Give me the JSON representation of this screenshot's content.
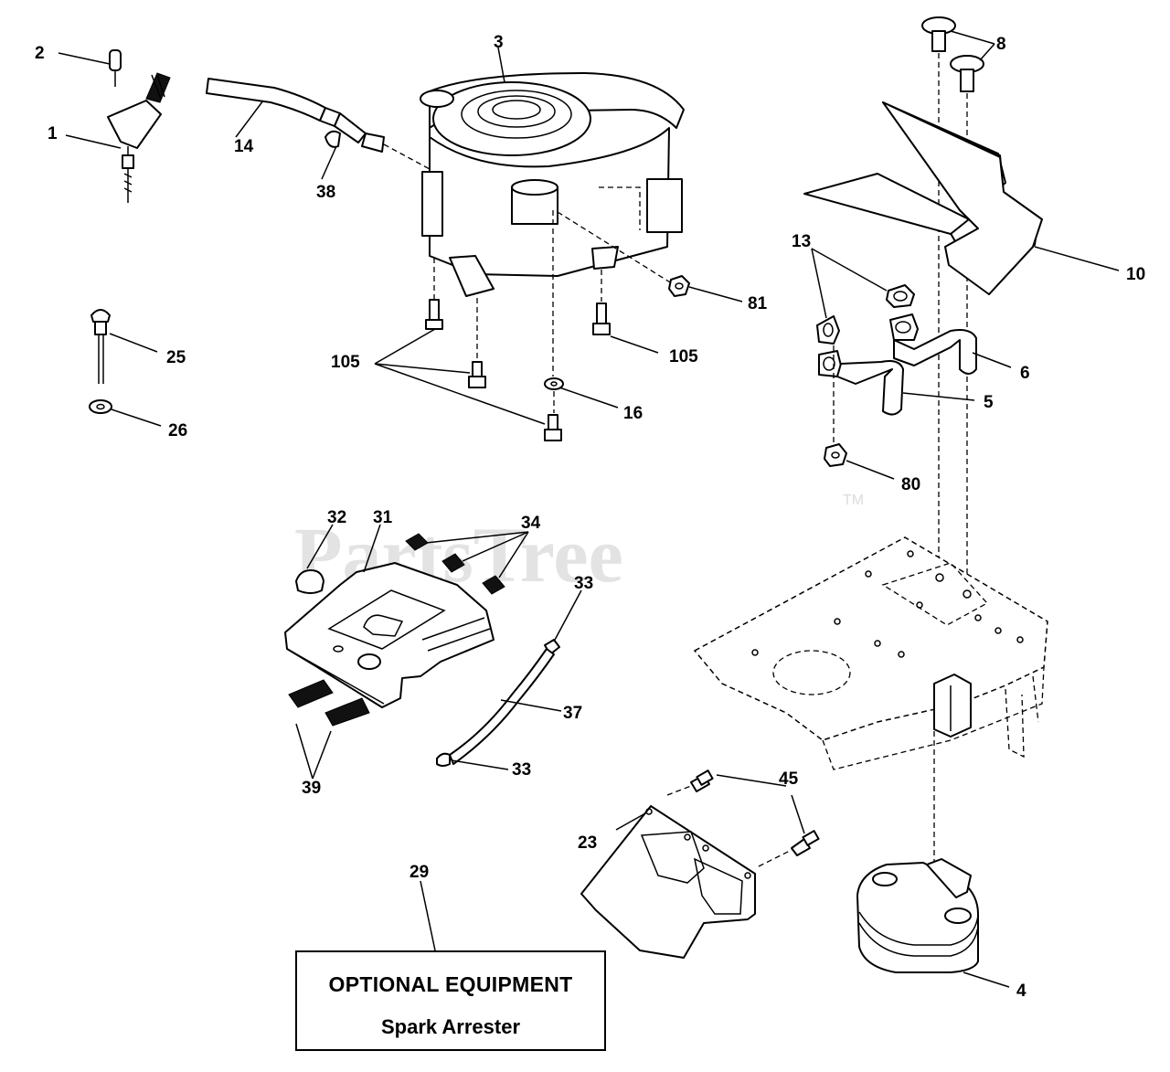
{
  "watermark": {
    "text": "PartsTree",
    "trademark": "TM"
  },
  "callouts": {
    "c1": "1",
    "c2": "2",
    "c3": "3",
    "c4": "4",
    "c5": "5",
    "c6": "6",
    "c8": "8",
    "c10": "10",
    "c13": "13",
    "c14": "14",
    "c16": "16",
    "c23": "23",
    "c25": "25",
    "c26": "26",
    "c29": "29",
    "c31": "31",
    "c32": "32",
    "c33a": "33",
    "c33b": "33",
    "c34": "34",
    "c37": "37",
    "c38": "38",
    "c39": "39",
    "c45": "45",
    "c80": "80",
    "c81": "81",
    "c105a": "105",
    "c105b": "105"
  },
  "optional_box": {
    "title": "OPTIONAL EQUIPMENT",
    "subtitle": "Spark Arrester"
  }
}
